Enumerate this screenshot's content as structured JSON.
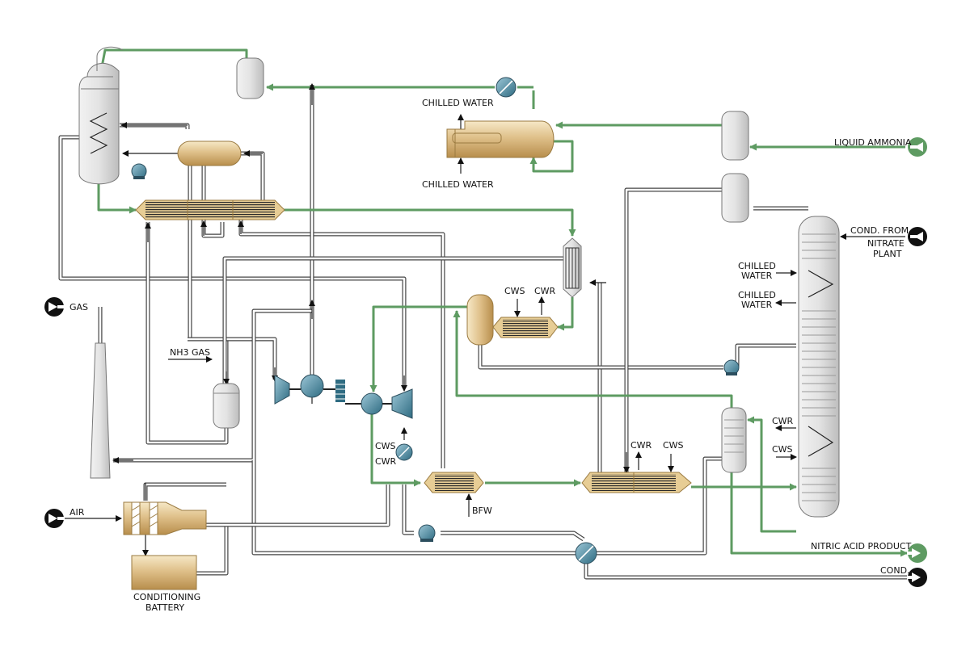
{
  "labels": {
    "chilled_water_top": "CHILLED WATER",
    "chilled_water_bottom": "CHILLED WATER",
    "liquid_ammonia": "LIQUID AMMONIA",
    "cond_from_1": "COND. FROM",
    "cond_from_2": "NITRATE",
    "cond_from_3": "PLANT",
    "chilled_1a": "CHILLED",
    "chilled_1b": "WATER",
    "chilled_2a": "CHILLED",
    "chilled_2b": "WATER",
    "cws_upper": "CWS",
    "cwr_upper": "CWR",
    "gas": "GAS",
    "nh3_gas": "NH3 GAS",
    "cws_comp": "CWS",
    "cwr_comp": "CWR",
    "cwr_bottom": "CWR",
    "cws_bottom": "CWS",
    "cwr_right": "CWR",
    "cws_right": "CWS",
    "air": "AIR",
    "bfw": "BFW",
    "nitric_acid_product": "NITRIC ACID PRODUCT",
    "cond": "COND.",
    "battery_1": "CONDITIONING",
    "battery_2": "BATTERY"
  },
  "colors": {
    "green_line": "#5e9b62",
    "pipe": "#444444",
    "equipment_tan": "#d9b57a",
    "equipment_grey": "#dcdcdc",
    "rotating": "#3f7f96"
  }
}
